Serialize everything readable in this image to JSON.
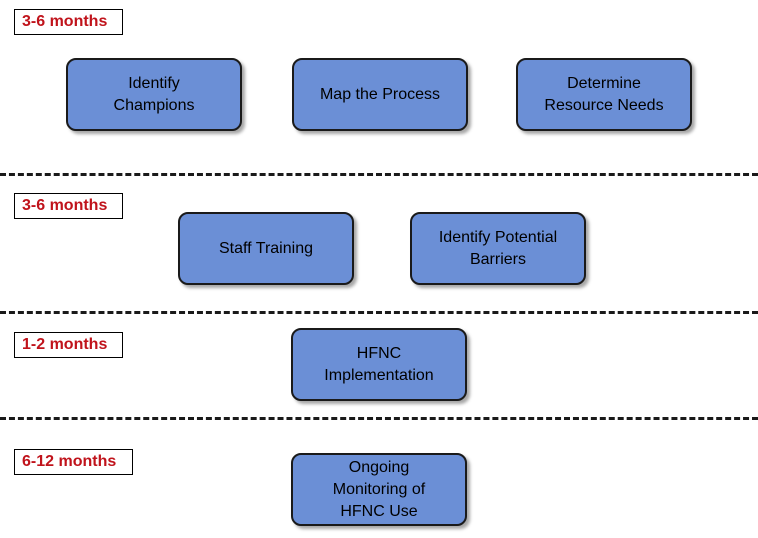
{
  "phases": [
    {
      "label": "3-6 months",
      "steps": [
        "Identify\nChampions",
        "Map the Process",
        "Determine\nResource Needs"
      ]
    },
    {
      "label": "3-6 months",
      "steps": [
        "Staff Training",
        "Identify Potential\nBarriers"
      ]
    },
    {
      "label": "1-2 months",
      "steps": [
        "HFNC\nImplementation"
      ]
    },
    {
      "label": "6-12 months",
      "steps": [
        "Ongoing\nMonitoring of\nHFNC Use"
      ]
    }
  ],
  "colors": {
    "box_fill": "#6b8fd6",
    "label_text": "#c0131b"
  }
}
